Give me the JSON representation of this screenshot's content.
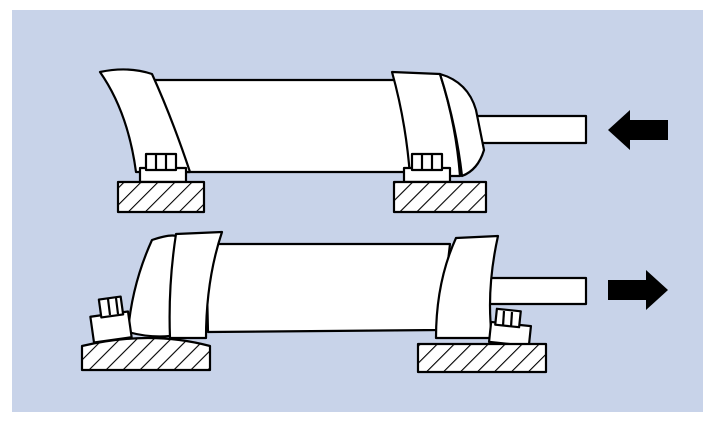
{
  "figure": {
    "colors": {
      "background": "#c8d3e9",
      "frame": "#ffffff",
      "line": "#000000",
      "fill": "#ffffff",
      "arrow": "#000000"
    },
    "cylinders": [
      {
        "position": "top",
        "rod_direction": "right",
        "arrow": "left-arrow"
      },
      {
        "position": "bottom",
        "rod_direction": "right",
        "arrow": "right-arrow"
      }
    ]
  }
}
